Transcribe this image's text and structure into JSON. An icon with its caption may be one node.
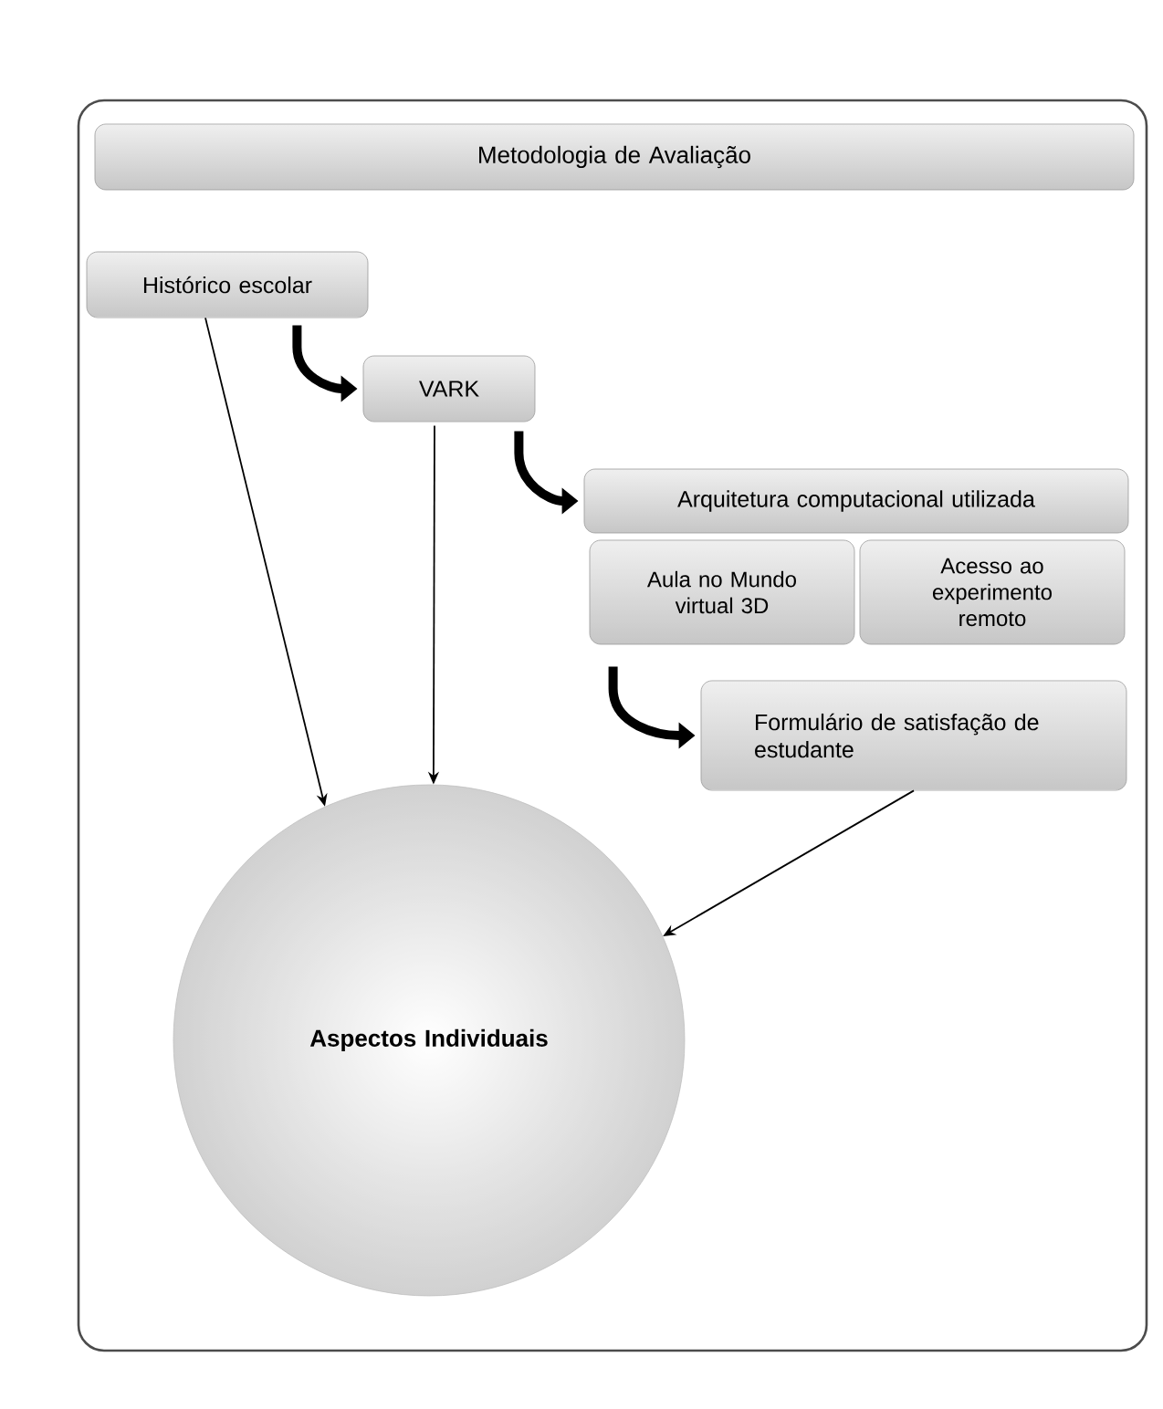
{
  "diagram": {
    "nodes": [
      {
        "text": [
          "Metodologia de Avaliação"
        ]
      },
      {
        "text": [
          "Histórico escolar"
        ]
      },
      {
        "text": [
          "VARK"
        ]
      },
      {
        "text": [
          "Arquitetura computacional utilizada"
        ]
      },
      {
        "text": [
          "Aula no Mundo virtual 3D"
        ]
      },
      {
        "text": [
          "Acesso ao experimento remoto"
        ]
      },
      {
        "text": [
          "Formulário de satisfação de estudante"
        ]
      },
      {
        "text": [
          "Aspectos Individuais"
        ]
      }
    ],
    "edges": [
      {
        "from": 1,
        "to": 2,
        "arrow": "to",
        "style": "thick"
      },
      {
        "from": 2,
        "to": 3,
        "arrow": "to",
        "style": "thick"
      },
      {
        "from": 4,
        "to": 6,
        "arrow": "to",
        "style": "thick"
      },
      {
        "from": 1,
        "to": 7,
        "arrow": "to"
      },
      {
        "from": 2,
        "to": 7,
        "arrow": "to"
      },
      {
        "from": 6,
        "to": 7,
        "arrow": "to"
      }
    ]
  }
}
